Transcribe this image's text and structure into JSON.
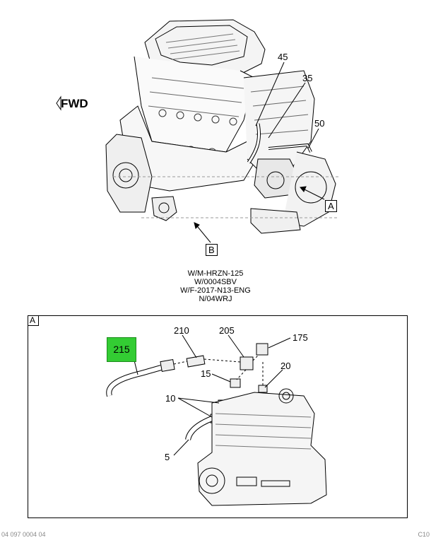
{
  "diagram": {
    "fwd_label": "FWD",
    "fwd_arrow_icon": "left-outline-arrow-icon",
    "main_callouts": {
      "c45": "45",
      "c35": "35",
      "c50": "50"
    },
    "view_labels": {
      "a": "A",
      "b": "B"
    },
    "references": [
      "W/M-HRZN-125",
      "W/0004SBV",
      "W/F-2017-N13-ENG",
      "N/04WRJ"
    ],
    "detail": {
      "tag": "A",
      "highlighted_part": "215",
      "highlight_color": "#33cc33",
      "callouts": {
        "c210": "210",
        "c205": "205",
        "c175": "175",
        "c15": "15",
        "c20": "20",
        "c10": "10",
        "c5": "5"
      }
    },
    "footer": {
      "left": "04 097 0004 04",
      "right": "C10"
    }
  }
}
